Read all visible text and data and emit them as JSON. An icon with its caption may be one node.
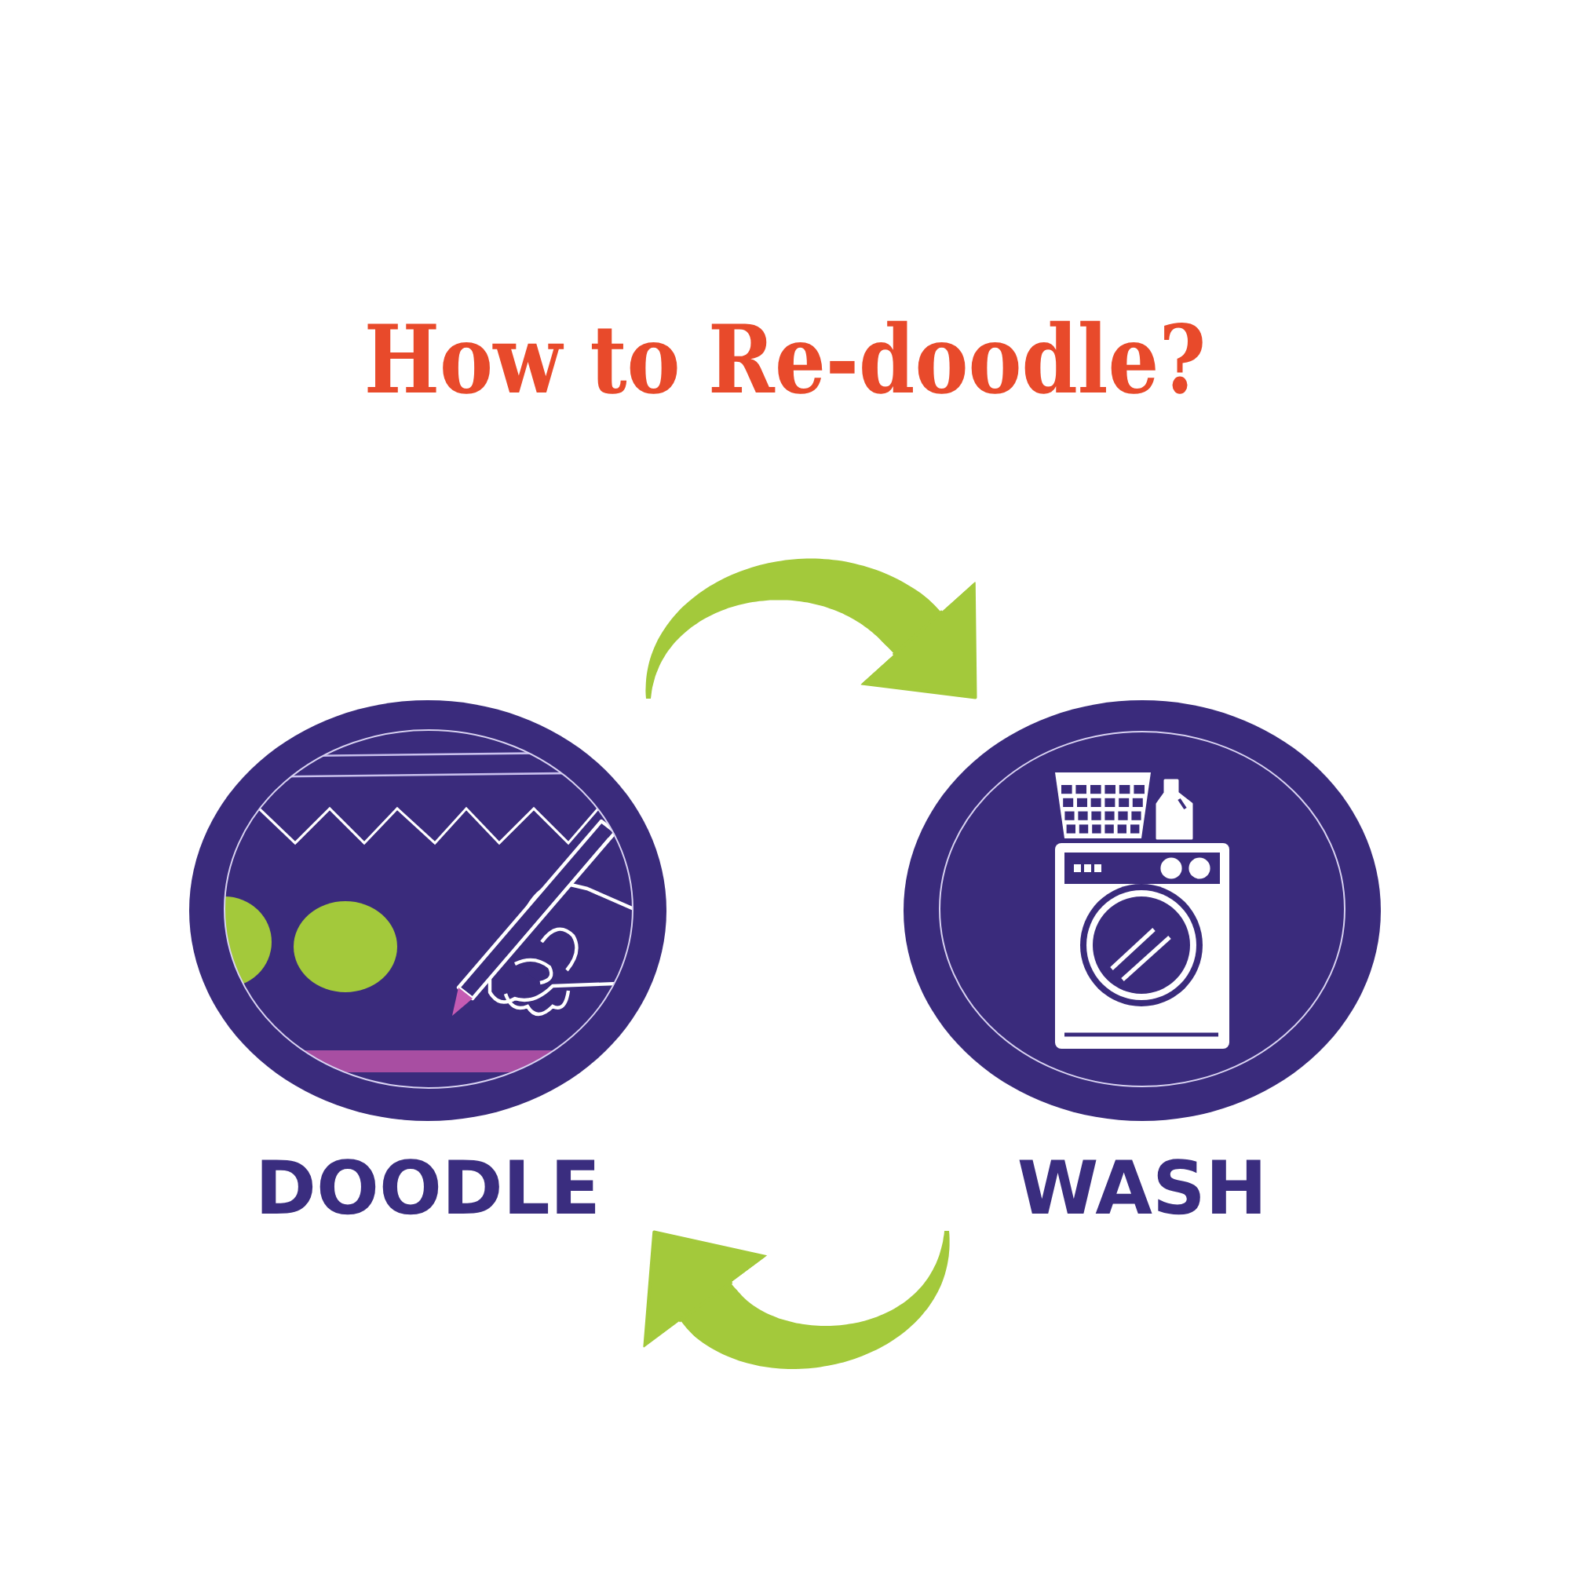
{
  "diagram": {
    "title": "How to Re-doodle?",
    "nodes": [
      {
        "text": [
          "DOODLE"
        ]
      },
      {
        "text": [
          "WASH"
        ]
      }
    ],
    "edges": [
      {
        "from": 0,
        "to": 1,
        "arrow": "to"
      },
      {
        "from": 1,
        "to": 0,
        "arrow": "to"
      }
    ]
  }
}
